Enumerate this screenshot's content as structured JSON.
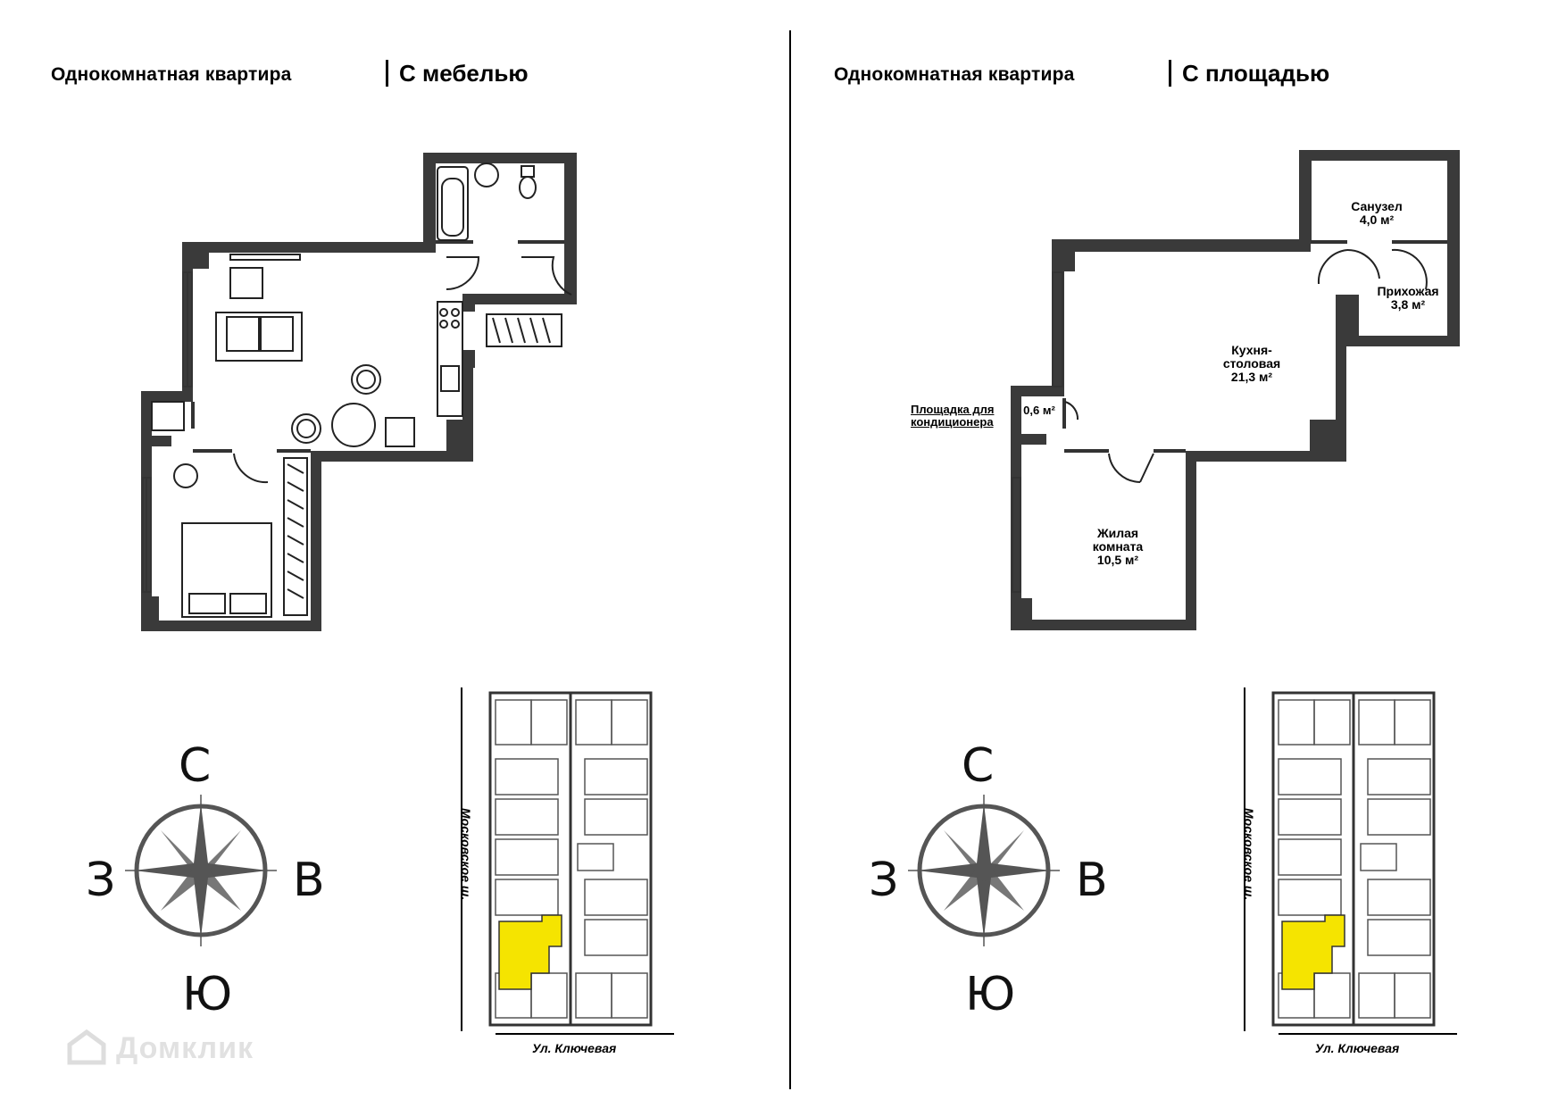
{
  "left_panel": {
    "title": "Однокомнатная квартира",
    "subtitle": "С мебелью"
  },
  "right_panel": {
    "title": "Однокомнатная квартира",
    "subtitle": "С площадью",
    "rooms": {
      "bathroom": "Санузел\n4,0 м²",
      "hallway": "Прихожая\n3,8 м²",
      "kitchen": "Кухня-\nстоловая\n21,3 м²",
      "living": "Жилая\nкомната\n10,5 м²",
      "ac_area": "0,6 м²",
      "ac_label": "Площадка для\nкондиционера"
    }
  },
  "compass": {
    "north": "С",
    "south": "Ю",
    "west": "З",
    "east": "В"
  },
  "streets": {
    "vertical": "Московское ш.",
    "horizontal": "Ул. Ключевая"
  },
  "watermark": "Домклик",
  "colors": {
    "wall": "#3a3a3a",
    "highlight": "#f5e400",
    "line": "#000000"
  }
}
